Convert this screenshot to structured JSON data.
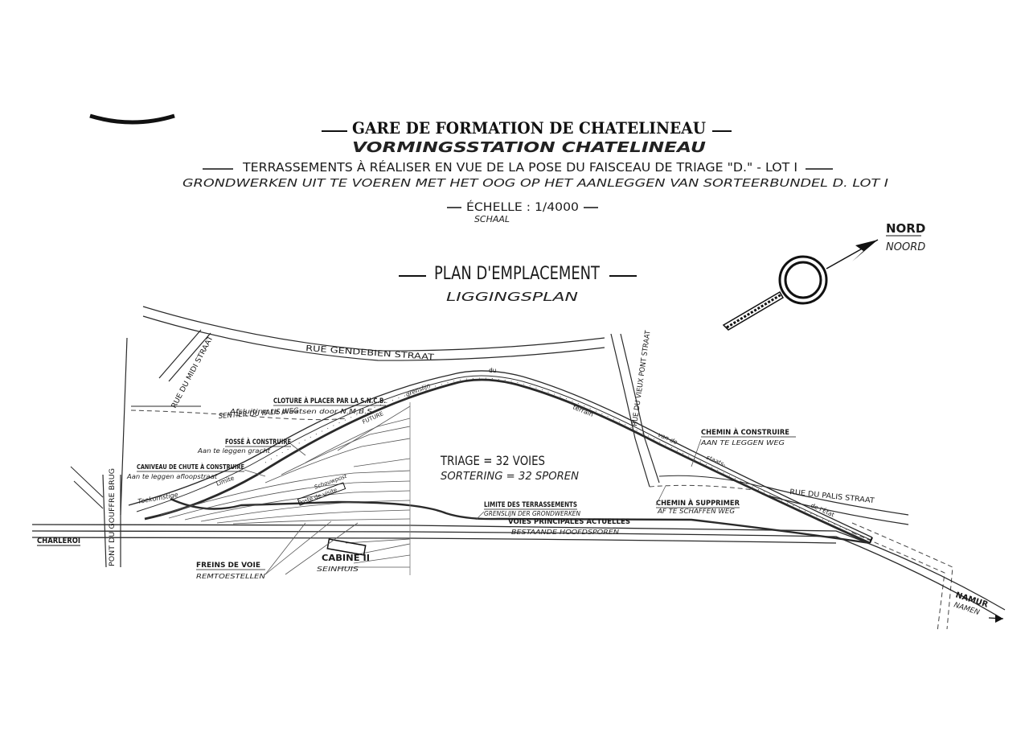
{
  "title": {
    "fr_line1": "GARE DE FORMATION DE CHATELINEAU",
    "nl_line1": "VORMINGSSTATION CHATELINEAU",
    "fr_line2": "TERRASSEMENTS À RÉALISER EN VUE DE LA POSE DU FAISCEAU DE TRIAGE \"D.\" - LOT I",
    "nl_line2": "GRONDWERKEN UIT TE VOEREN MET HET OOG OP HET AANLEGGEN VAN SORTEERBUNDEL D. LOT I",
    "scale_fr": "ÉCHELLE : 1/4000",
    "scale_nl": "SCHAAL"
  },
  "plan_title": {
    "fr": "PLAN D'EMPLACEMENT",
    "nl": "LIGGINGSPLAN"
  },
  "north": {
    "fr": "NORD",
    "nl": "NOORD"
  },
  "streets": {
    "gendebien": "RUE GENDEBIEN STRAAT",
    "midi": "RUE DU MIDI STRAAT",
    "vieux_pont": "RUE DU VIEUX PONT STRAAT",
    "palis": "RUE DU PALIS STRAAT",
    "sentier": "SENTIER DU PALIS WEG",
    "pont_gouffre": "PONT DU GOUFFRE BRUG"
  },
  "places": {
    "charleroi": "CHARLEROI",
    "namur": "NAMUR",
    "namen": "NAMEN"
  },
  "labels": {
    "cloture_fr": "CLOTURE À PLACER PAR LA S.N.C.B.",
    "cloture_nl": "Afsluiting te plaatsen door N.M.B.S.",
    "fosse_fr": "FOSSÉ À CONSTRUIRE",
    "fosse_nl": "Aan te leggen gracht",
    "caniveau_fr": "CANIVEAU DE CHUTE À CONSTRUIRE",
    "caniveau_nl": "Aan te leggen afloopstraat",
    "toekomstige": "Toekomstige",
    "limite": "Limite",
    "future": "FUTURE",
    "grenslijn": "grenslijn",
    "du": "du",
    "terrain": "terrain",
    "van_de": "van de",
    "staats": "staats-",
    "de_l_etat": "de l'État",
    "triage_fr": "TRIAGE = 32 VOIES",
    "triage_nl": "SORTERING = 32 SPOREN",
    "limite_terr_fr": "LIMITE DES TERRASSEMENTS",
    "limite_terr_nl": "GRENSLIJN DER GRONDWERKEN",
    "voies_fr": "VOIES PRINCIPALES ACTUELLES",
    "voies_nl": "BESTAANDE HOOFDSPOREN",
    "chemin_constr_fr": "CHEMIN À CONSTRUIRE",
    "chemin_constr_nl": "AAN TE LEGGEN WEG",
    "chemin_suppr_fr": "CHEMIN À SUPPRIMER",
    "chemin_suppr_nl": "AF TE SCHAFFEN WEG",
    "freins_fr": "FREINS DE VOIE",
    "freins_nl": "REMTOESTELLEN",
    "cabine_fr": "CABINE II",
    "cabine_nl": "SEINHUIS",
    "poste_fr": "Poste de visite",
    "poste_nl": "Schouwpost"
  }
}
